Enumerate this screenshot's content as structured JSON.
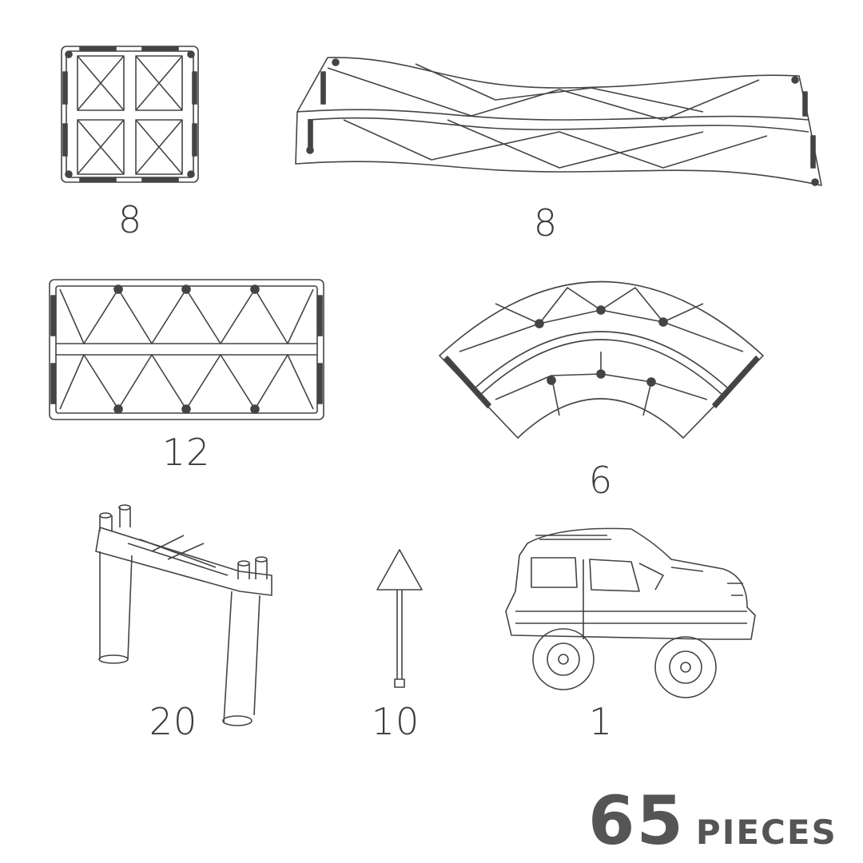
{
  "pieces": [
    {
      "name": "square-tile",
      "count": "8"
    },
    {
      "name": "ramp-tile",
      "count": "8"
    },
    {
      "name": "rectangle-tile",
      "count": "12"
    },
    {
      "name": "curved-tile",
      "count": "6"
    },
    {
      "name": "support-pillar",
      "count": "20"
    },
    {
      "name": "road-sign",
      "count": "10"
    },
    {
      "name": "car",
      "count": "1"
    }
  ],
  "total": {
    "number": "65",
    "label": "PIECES"
  },
  "colors": {
    "line": "#444444",
    "text": "#3a3a3a",
    "total_text": "#555555"
  }
}
